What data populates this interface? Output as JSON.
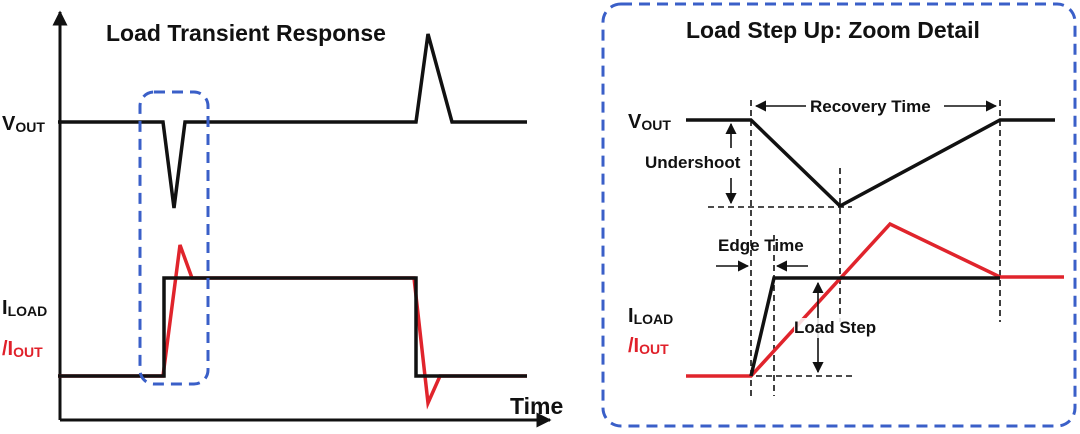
{
  "left_panel": {
    "title": "Load Transient Response",
    "vout_label": {
      "main": "V",
      "sub": "OUT"
    },
    "iload_label": {
      "main": "I",
      "sub": "LOAD"
    },
    "iout_label": {
      "main": "/I",
      "sub": "OUT"
    },
    "x_axis_label": "Time"
  },
  "right_panel": {
    "title": "Load Step Up: Zoom Detail",
    "vout_label": {
      "main": "V",
      "sub": "OUT"
    },
    "iload_label": {
      "main": "I",
      "sub": "LOAD"
    },
    "iout_label": {
      "main": "/I",
      "sub": "OUT"
    },
    "annotations": {
      "recovery_time": "Recovery Time",
      "undershoot": "Undershoot",
      "edge_time": "Edge Time",
      "load_step": "Load Step"
    }
  },
  "colors": {
    "trace_black": "#111111",
    "trace_red": "#e0242c",
    "highlight_blue": "#3a5fc8"
  }
}
